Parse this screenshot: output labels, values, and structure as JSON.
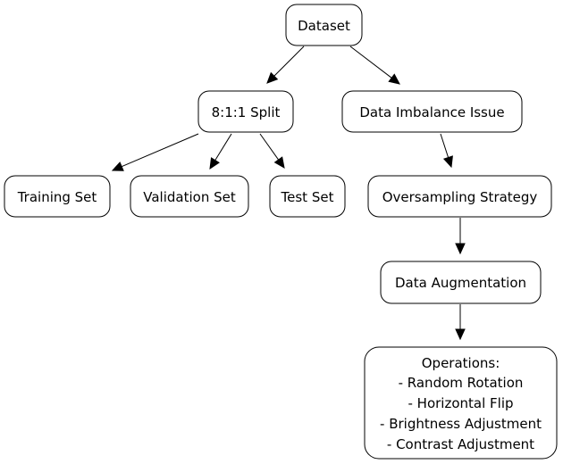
{
  "diagram": {
    "nodes": {
      "dataset": {
        "label": "Dataset"
      },
      "split": {
        "label": "8:1:1 Split"
      },
      "imbalance": {
        "label": "Data Imbalance Issue"
      },
      "training": {
        "label": "Training Set"
      },
      "validation": {
        "label": "Validation Set"
      },
      "test": {
        "label": "Test Set"
      },
      "oversampling": {
        "label": "Oversampling Strategy"
      },
      "augmentation": {
        "label": "Data Augmentation"
      },
      "operations": {
        "lines": [
          "Operations:",
          "- Random Rotation",
          "- Horizontal Flip",
          "- Brightness Adjustment",
          "- Contrast Adjustment"
        ]
      }
    },
    "edges": [
      {
        "from": "dataset",
        "to": "split"
      },
      {
        "from": "dataset",
        "to": "imbalance"
      },
      {
        "from": "split",
        "to": "training"
      },
      {
        "from": "split",
        "to": "validation"
      },
      {
        "from": "split",
        "to": "test"
      },
      {
        "from": "imbalance",
        "to": "oversampling"
      },
      {
        "from": "oversampling",
        "to": "augmentation"
      },
      {
        "from": "augmentation",
        "to": "operations"
      }
    ]
  }
}
